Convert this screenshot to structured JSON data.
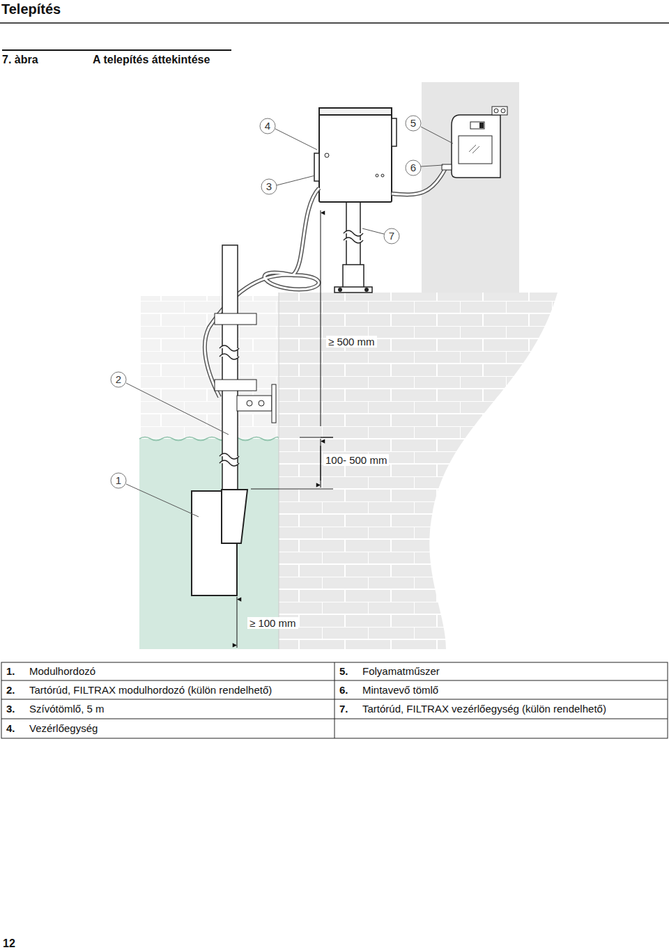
{
  "diagram": {
    "title": "A telepítés áttekintése",
    "labels": [
      "Telepítés",
      "7. àbra",
      "4",
      "5",
      "3",
      "6",
      "7",
      "2",
      "1",
      "≥ 500 mm",
      "100- 500  mm",
      "≥ 100 mm",
      "1.",
      "Modulhordozó",
      "5.",
      "Folyamatműszer",
      "2.",
      "Tartórúd, FILTRAX modulhordozó (külön rendelhető)",
      "6.",
      "Mintavevő tömlő",
      "3.",
      "Szívótömlő, 5 m",
      "7.",
      "Tartórúd, FILTRAX vezérlőegység (külön rendelhető)",
      "4.",
      "Vezérlőegység",
      "12"
    ]
  }
}
